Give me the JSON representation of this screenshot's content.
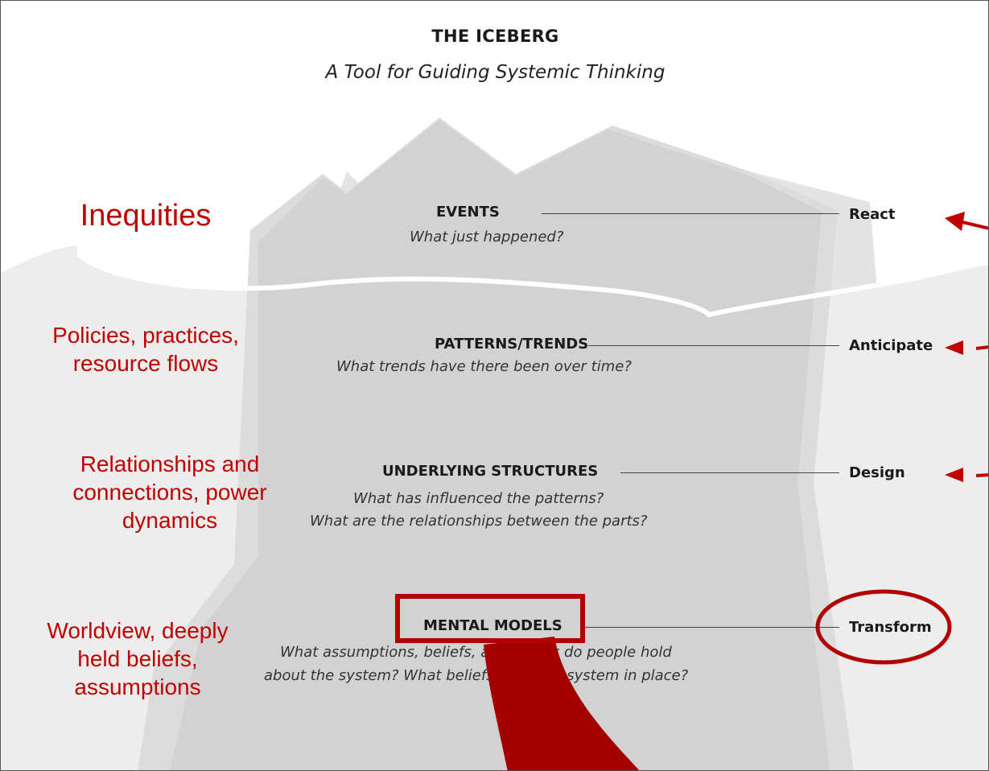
{
  "header": {
    "title": "THE ICEBERG",
    "subtitle": "A Tool for Guiding Systemic Thinking"
  },
  "levels": [
    {
      "title": "EVENTS",
      "question": "What just happened?",
      "action": "React"
    },
    {
      "title": "PATTERNS/TRENDS",
      "question": "What trends have there been over time?",
      "action": "Anticipate"
    },
    {
      "title": "UNDERLYING STRUCTURES",
      "question_1": "What has influenced the patterns?",
      "question_2": "What are the relationships between the parts?",
      "action": "Design"
    },
    {
      "title": "MENTAL MODELS",
      "question_1": "What assumptions, beliefs, and values do people hold",
      "question_2": "about the system? What beliefs keep the system in place?",
      "action": "Transform"
    }
  ],
  "annotations": {
    "inequities": "Inequities",
    "policies_1": "Policies, practices,",
    "policies_2": "resource flows",
    "relationships_1": "Relationships and",
    "relationships_2": "connections, power",
    "relationships_3": "dynamics",
    "worldview_1": "Worldview, deeply",
    "worldview_2": "held beliefs,",
    "worldview_3": "assumptions"
  },
  "colors": {
    "annotation_red": "#c00000",
    "iceberg_light": "#e3e3e3",
    "iceberg_dark": "#cfcfcf",
    "water": "#eeeeee"
  }
}
